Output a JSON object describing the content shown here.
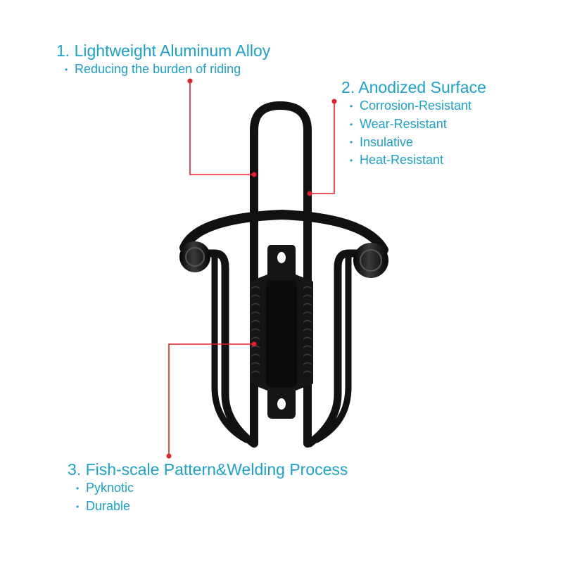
{
  "callouts": [
    {
      "title": "1. Lightweight Aluminum Alloy",
      "bullets": [
        "Reducing the burden of riding"
      ]
    },
    {
      "title": "2. Anodized Surface",
      "bullets": [
        "Corrosion-Resistant",
        "Wear-Resistant",
        "Insulative",
        "Heat-Resistant"
      ]
    },
    {
      "title": "3. Fish-scale Pattern&Welding Process",
      "bullets": [
        "Pyknotic",
        "Durable"
      ]
    }
  ],
  "colors": {
    "text": "#1da1c8",
    "leader": "#e0202a",
    "product": "#111111"
  },
  "bullet_glyph": "•"
}
